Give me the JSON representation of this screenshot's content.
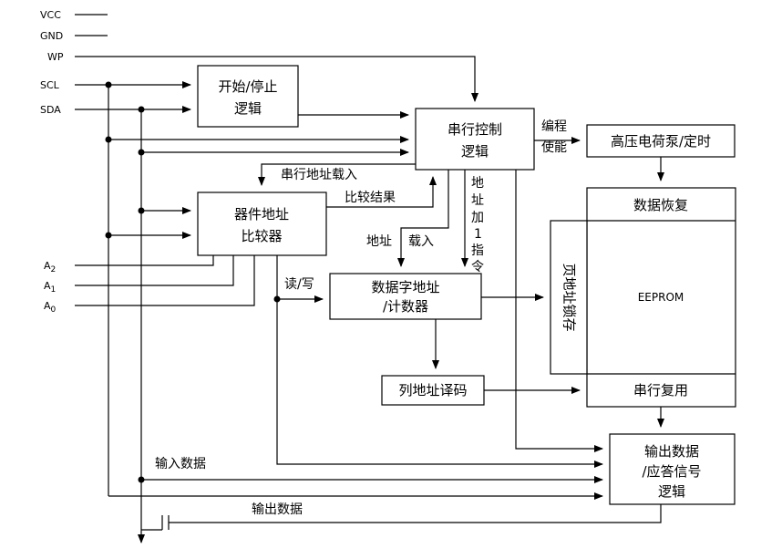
{
  "pins": {
    "vcc": "VCC",
    "gnd": "GND",
    "wp": "WP",
    "scl": "SCL",
    "sda": "SDA",
    "a2": "A",
    "a2_sub": "2",
    "a1": "A",
    "a1_sub": "1",
    "a0": "A",
    "a0_sub": "0"
  },
  "blocks": {
    "start_stop": [
      "开始/停止",
      "逻辑"
    ],
    "serial_ctrl": [
      "串行控制",
      "逻辑"
    ],
    "hv_pump": "高压电荷泵/定时",
    "dev_addr": [
      "器件地址",
      "比较器"
    ],
    "data_recovery": "数据恢复",
    "eeprom": "EEPROM",
    "page_latch": "页地址锁存",
    "word_addr": [
      "数据字地址",
      "/计数器"
    ],
    "col_decode": "列地址译码",
    "serial_mux": "串行复用",
    "output_logic": [
      "输出数据",
      "/应答信号",
      "逻辑"
    ]
  },
  "labels": {
    "prog_enable": [
      "编程",
      "使能"
    ],
    "serial_addr_load": "串行地址载入",
    "compare_result": "比较结果",
    "addr": "地址",
    "load": "载入",
    "addr_inc": [
      "地",
      "址",
      "加",
      "1",
      "指",
      "令"
    ],
    "read_write": "读/写",
    "data_in": "输入数据",
    "data_out": "输出数据"
  }
}
